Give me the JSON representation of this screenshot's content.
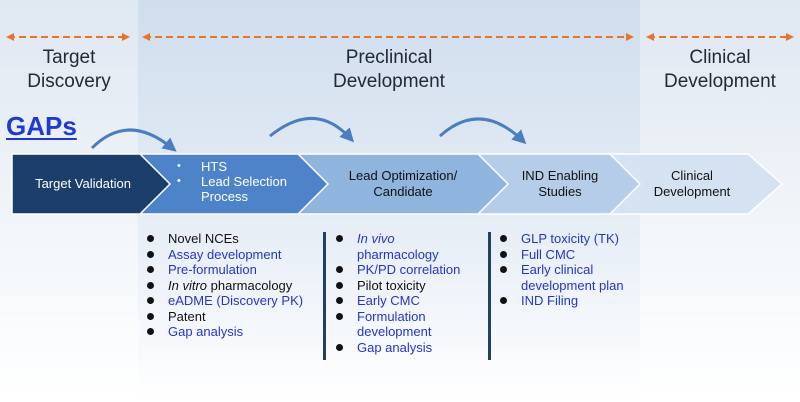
{
  "colors": {
    "side_panel": "#e4ebf4",
    "center_panel": "#d2dfee",
    "dashed_arrow": "#e8742a",
    "curved_arrow": "#4a7ec0",
    "blue_text": "#2535c8",
    "divider_bar": "#243f66",
    "gaps": "#1f3ad0"
  },
  "phases": [
    {
      "line1": "Target",
      "line2": "Discovery"
    },
    {
      "line1": "Preclinical",
      "line2": "Development"
    },
    {
      "line1": "Clinical",
      "line2": "Development"
    }
  ],
  "gaps_label": "GAPs",
  "stages": [
    {
      "label": "Target Validation",
      "fill": "#1c3e6b",
      "text_color": "#ffffff"
    },
    {
      "items": [
        "HTS",
        "Lead Selection",
        "Process"
      ],
      "fill": "#4d84c9",
      "text_color": "#ffffff"
    },
    {
      "line1": "Lead Optimization/",
      "line2": "Candidate",
      "fill": "#8fb4de",
      "text_color": "#111111"
    },
    {
      "line1": "IND Enabling",
      "line2": "Studies",
      "fill": "#b6cde9",
      "text_color": "#111111"
    },
    {
      "line1": "Clinical",
      "line2": "Development",
      "fill": "#d4e2f2",
      "text_color": "#111111"
    }
  ],
  "activities": {
    "col1": [
      {
        "text": "Novel  NCEs",
        "style": "plain"
      },
      {
        "text": "Assay development",
        "style": "blue"
      },
      {
        "text": "Pre-formulation",
        "style": "blue"
      },
      {
        "em": "In vitro",
        "text": " pharmacology",
        "style": "plain"
      },
      {
        "text": "eADME (Discovery  PK)",
        "style": "blue"
      },
      {
        "text": "Patent",
        "style": "plain"
      },
      {
        "text": "Gap analysis",
        "style": "blue"
      }
    ],
    "col2": [
      {
        "em": "In vivo",
        "line2": "pharmacology",
        "style": "blue"
      },
      {
        "text": "PK/PD correlation",
        "style": "blue"
      },
      {
        "text": "Pilot toxicity",
        "style": "plain"
      },
      {
        "text": "Early CMC",
        "style": "blue"
      },
      {
        "text": "Formulation",
        "line2": "development",
        "style": "blue"
      },
      {
        "text": "Gap analysis",
        "style": "blue"
      }
    ],
    "col3": [
      {
        "text": "GLP toxicity (TK)",
        "style": "blue"
      },
      {
        "text": "Full CMC",
        "style": "blue"
      },
      {
        "text": "Early clinical",
        "line2": "development plan",
        "style": "blue"
      },
      {
        "text": "IND Filing",
        "style": "blue"
      }
    ]
  }
}
